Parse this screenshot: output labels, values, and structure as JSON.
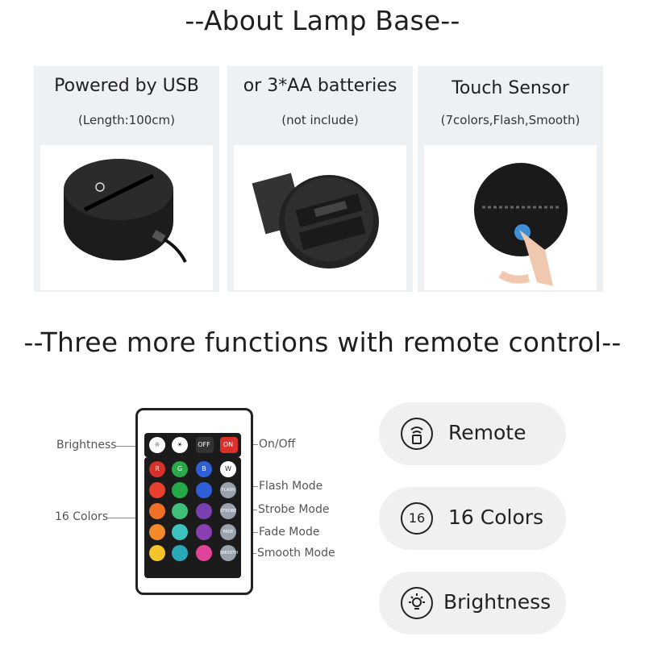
{
  "section1": {
    "title": "--About Lamp Base--"
  },
  "panels": [
    {
      "title": "Powered by USB",
      "subtitle": "(Length:100cm)"
    },
    {
      "title": "or 3*AA batteries",
      "subtitle": "(not include)"
    },
    {
      "title": "Touch Sensor",
      "subtitle": "(7colors,Flash,Smooth)"
    }
  ],
  "section2": {
    "title": "--Three more functions with remote control--"
  },
  "remote": {
    "buttons_row1": [
      "",
      "",
      "OFF",
      "ON"
    ],
    "buttons_row2": [
      "R",
      "G",
      "B",
      "W"
    ],
    "side_buttons": [
      "FLASH",
      "STROBE",
      "FADE",
      "SMOOTH"
    ],
    "colors": {
      "row1": [
        "#e8402c",
        "#25a84a",
        "#2f5fd6"
      ],
      "row2": [
        "#f07028",
        "#3fbf78",
        "#3b82e0"
      ],
      "row3": [
        "#f58a2a",
        "#3cc3c0",
        "#8a3fb0"
      ],
      "row4": [
        "#f6c42a",
        "#2aa7b8",
        "#e0449a"
      ]
    }
  },
  "callouts": {
    "brightness": "Brightness",
    "sixteen_colors": "16 Colors",
    "on_off": "On/Off",
    "flash": "Flash Mode",
    "strobe": "Strobe Mode",
    "fade": "Fade Mode",
    "smooth": "Smooth Mode"
  },
  "pills": [
    {
      "label": "Remote",
      "icon": "remote-icon"
    },
    {
      "label": "16 Colors",
      "icon": "sixteen-icon",
      "icon_text": "16"
    },
    {
      "label": "Brightness",
      "icon": "brightness-icon"
    }
  ]
}
